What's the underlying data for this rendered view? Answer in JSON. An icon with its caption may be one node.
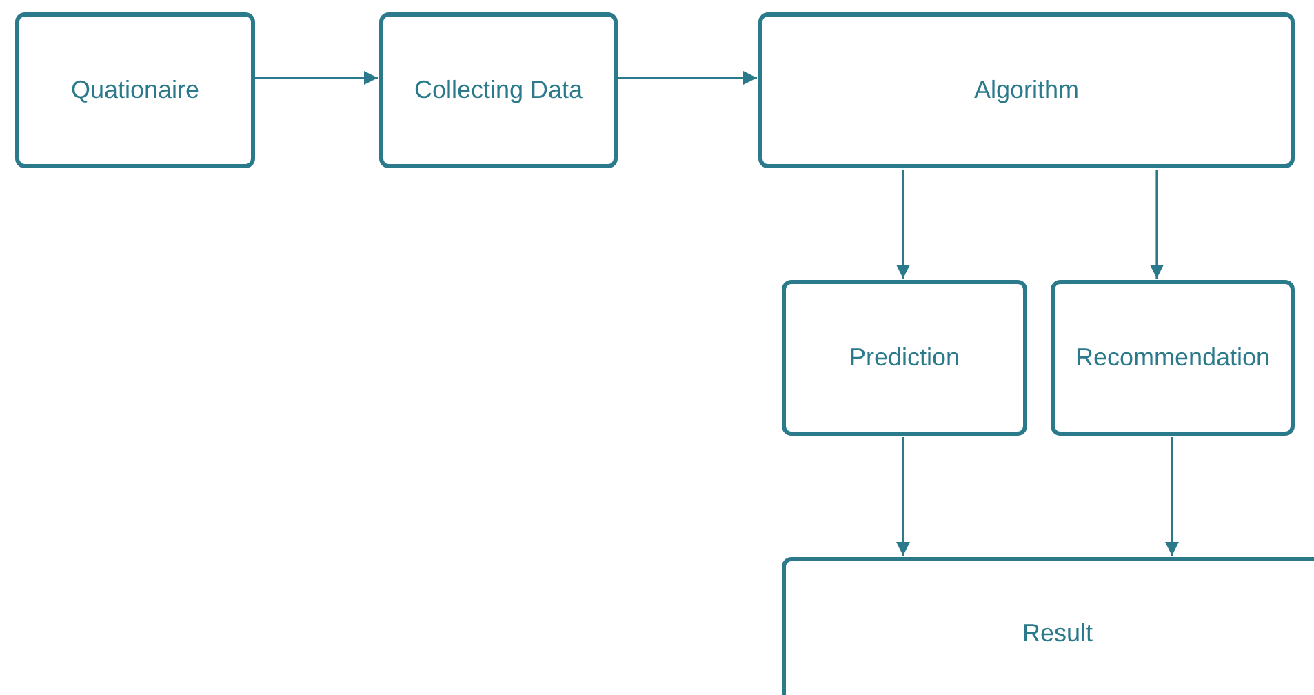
{
  "diagram": {
    "nodes": [
      {
        "text": [
          "Quationaire"
        ]
      },
      {
        "text": [
          "Collecting Data"
        ]
      },
      {
        "text": [
          "Algorithm"
        ]
      },
      {
        "text": [
          "Prediction"
        ]
      },
      {
        "text": [
          "Recommendation"
        ]
      },
      {
        "text": [
          "Result"
        ]
      }
    ],
    "edges": [
      {
        "from": 0,
        "to": 1,
        "arrow": "to"
      },
      {
        "from": 1,
        "to": 2,
        "arrow": "to"
      },
      {
        "from": 2,
        "to": 3,
        "arrow": "to"
      },
      {
        "from": 2,
        "to": 4,
        "arrow": "to"
      },
      {
        "from": 3,
        "to": 5,
        "arrow": "to"
      },
      {
        "from": 4,
        "to": 5,
        "arrow": "to"
      }
    ]
  }
}
